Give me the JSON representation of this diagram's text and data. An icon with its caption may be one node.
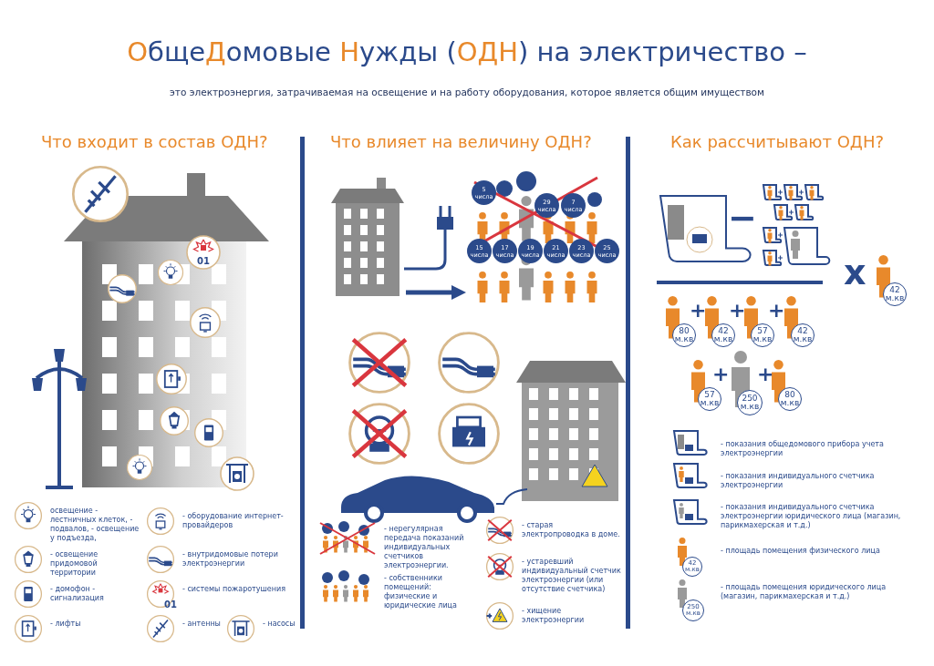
{
  "diagram": {
    "title": "**О**бще**Д**омовые **Н**ужды (**ОДН**) на электричество –",
    "labels": [
      "это электроэнергия, затрачиваемая на освещение и на работу оборудования, которое является общим имуществом",
      "Что входит в состав ОДН?",
      "Что влияет на величину ОДН?",
      "Как рассчитывают ОДН?",
      "01",
      "5 числа",
      "29 числа",
      "7 числа",
      "15 числа",
      "17 числа",
      "19 числа",
      "21 числа",
      "23 числа",
      "25 числа",
      "−",
      "x",
      "42 м.кв",
      "80 м.кв",
      "+",
      "42 м.кв",
      "+",
      "57 м.кв",
      "+",
      "42 м.кв",
      "57 м.кв",
      "+",
      "250 м.кв",
      "+",
      "80 м.кв",
      "01",
      "42 м.кв",
      "250 м.кв"
    ],
    "legend": [
      {
        "text": "освещение - лестничных клеток, - подвалов, - освещение у подъезда,"
      },
      {
        "text": "- освещение придомовой территории"
      },
      {
        "text": "- домофон - сигнализация"
      },
      {
        "text": "- лифты"
      },
      {
        "text": "- оборудование интернет-провайдеров"
      },
      {
        "text": "- внутридомовые потери электроэнергии"
      },
      {
        "text": "- системы пожаротушения"
      },
      {
        "text": "- антенны"
      },
      {
        "text": "- насосы"
      },
      {
        "text": "- нерегулярная передача показаний индивидуальных счетчиков электроэнергии."
      },
      {
        "text": "- собственники помещений: физические и юридические лица"
      },
      {
        "text": "- старая электропроводка в доме."
      },
      {
        "text": "- устаревший индивидуальный счетчик электроэнергии (или отсутствие счетчика)"
      },
      {
        "text": "- хищение электроэнергии"
      },
      {
        "text": "- показания общедомового прибора учета электроэнергии"
      },
      {
        "text": "- показания индивидуального счетчика электроэнергии"
      },
      {
        "text": "- показания индивидуального счетчика электроэнергии юридического лица (магазин, парикмахерская и т.д.)"
      },
      {
        "text": "- площадь помещения физического лица"
      },
      {
        "text": "- площадь помещения юридического лица (магазин, парикмахерская и т.д.)"
      }
    ]
  }
}
